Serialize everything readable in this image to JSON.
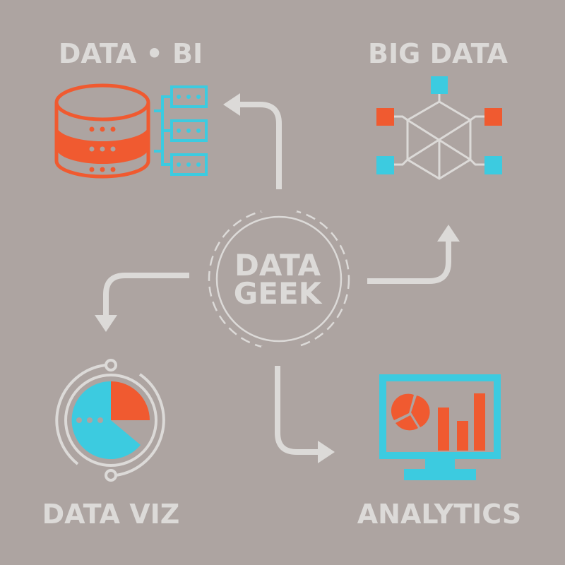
{
  "colors": {
    "background": "#ada4a1",
    "orange": "#f05a30",
    "cyan": "#3ccbe0",
    "light": "#dcdad8"
  },
  "center": {
    "line1": "DATA",
    "line2": "GEEK"
  },
  "nodes": [
    {
      "label": "DATA • BI",
      "icon": "database-icon"
    },
    {
      "label": "BIG DATA",
      "icon": "network-hexagon-icon"
    },
    {
      "label": "DATA VIZ",
      "icon": "pie-chart-icon"
    },
    {
      "label": "ANALYTICS",
      "icon": "monitor-chart-icon"
    }
  ]
}
